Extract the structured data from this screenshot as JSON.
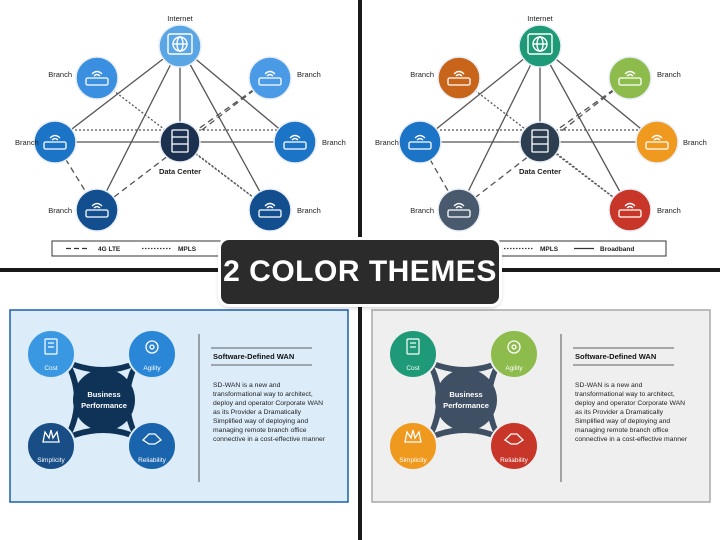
{
  "banner": {
    "text": "2 COLOR THEMES"
  },
  "network": {
    "internet_label": "Internet",
    "branch_label": "Branch",
    "datacenter_label": "Data Center",
    "legend": {
      "lte": "4G LTE",
      "mpls": "MPLS",
      "broadband": "Broadband"
    }
  },
  "performance": {
    "center_label_line1": "Business",
    "center_label_line2": "Performance",
    "cost": "Cost",
    "agility": "Agility",
    "simplicity": "Simplicity",
    "reliability": "Reliability",
    "heading": "Software-Defined WAN",
    "body_lines": [
      "SD-WAN is a new and",
      "transformational way to architect,",
      "deploy and operator Corporate WAN",
      "as its Provider a Dramatically",
      "Simplified way of deploying and",
      "managing remote branch office",
      "connective in a cost-effective manner"
    ]
  },
  "themes": {
    "blue": {
      "internet": "#5aa5e4",
      "datacenter": "#1c3150",
      "branch_tl": "#3b8fe0",
      "branch_tr": "#4a9ae6",
      "branch_ml": "#1c74c7",
      "branch_mr": "#1c74c7",
      "branch_bl": "#134e8e",
      "branch_br": "#134e8e",
      "bg": "#dcecf9",
      "border": "#1c5fb0",
      "cost": "#3a98e2",
      "agility": "#2a86d6",
      "simplicity": "#184d86",
      "reliability": "#1a64ad",
      "center": "#0e3357"
    },
    "multi": {
      "internet": "#1f9a78",
      "datacenter": "#2c3e50",
      "branch_tl": "#c8651b",
      "branch_tr": "#8dbb4c",
      "branch_ml": "#1c74c7",
      "branch_mr": "#ef9a1f",
      "branch_bl": "#4a5a6e",
      "branch_br": "#c8362a",
      "bg": "#efefef",
      "border": "#a8a8a8",
      "cost": "#1f9a78",
      "agility": "#8dbb4c",
      "simplicity": "#ef9a1f",
      "reliability": "#c8362a",
      "center": "#3f4f64"
    }
  }
}
